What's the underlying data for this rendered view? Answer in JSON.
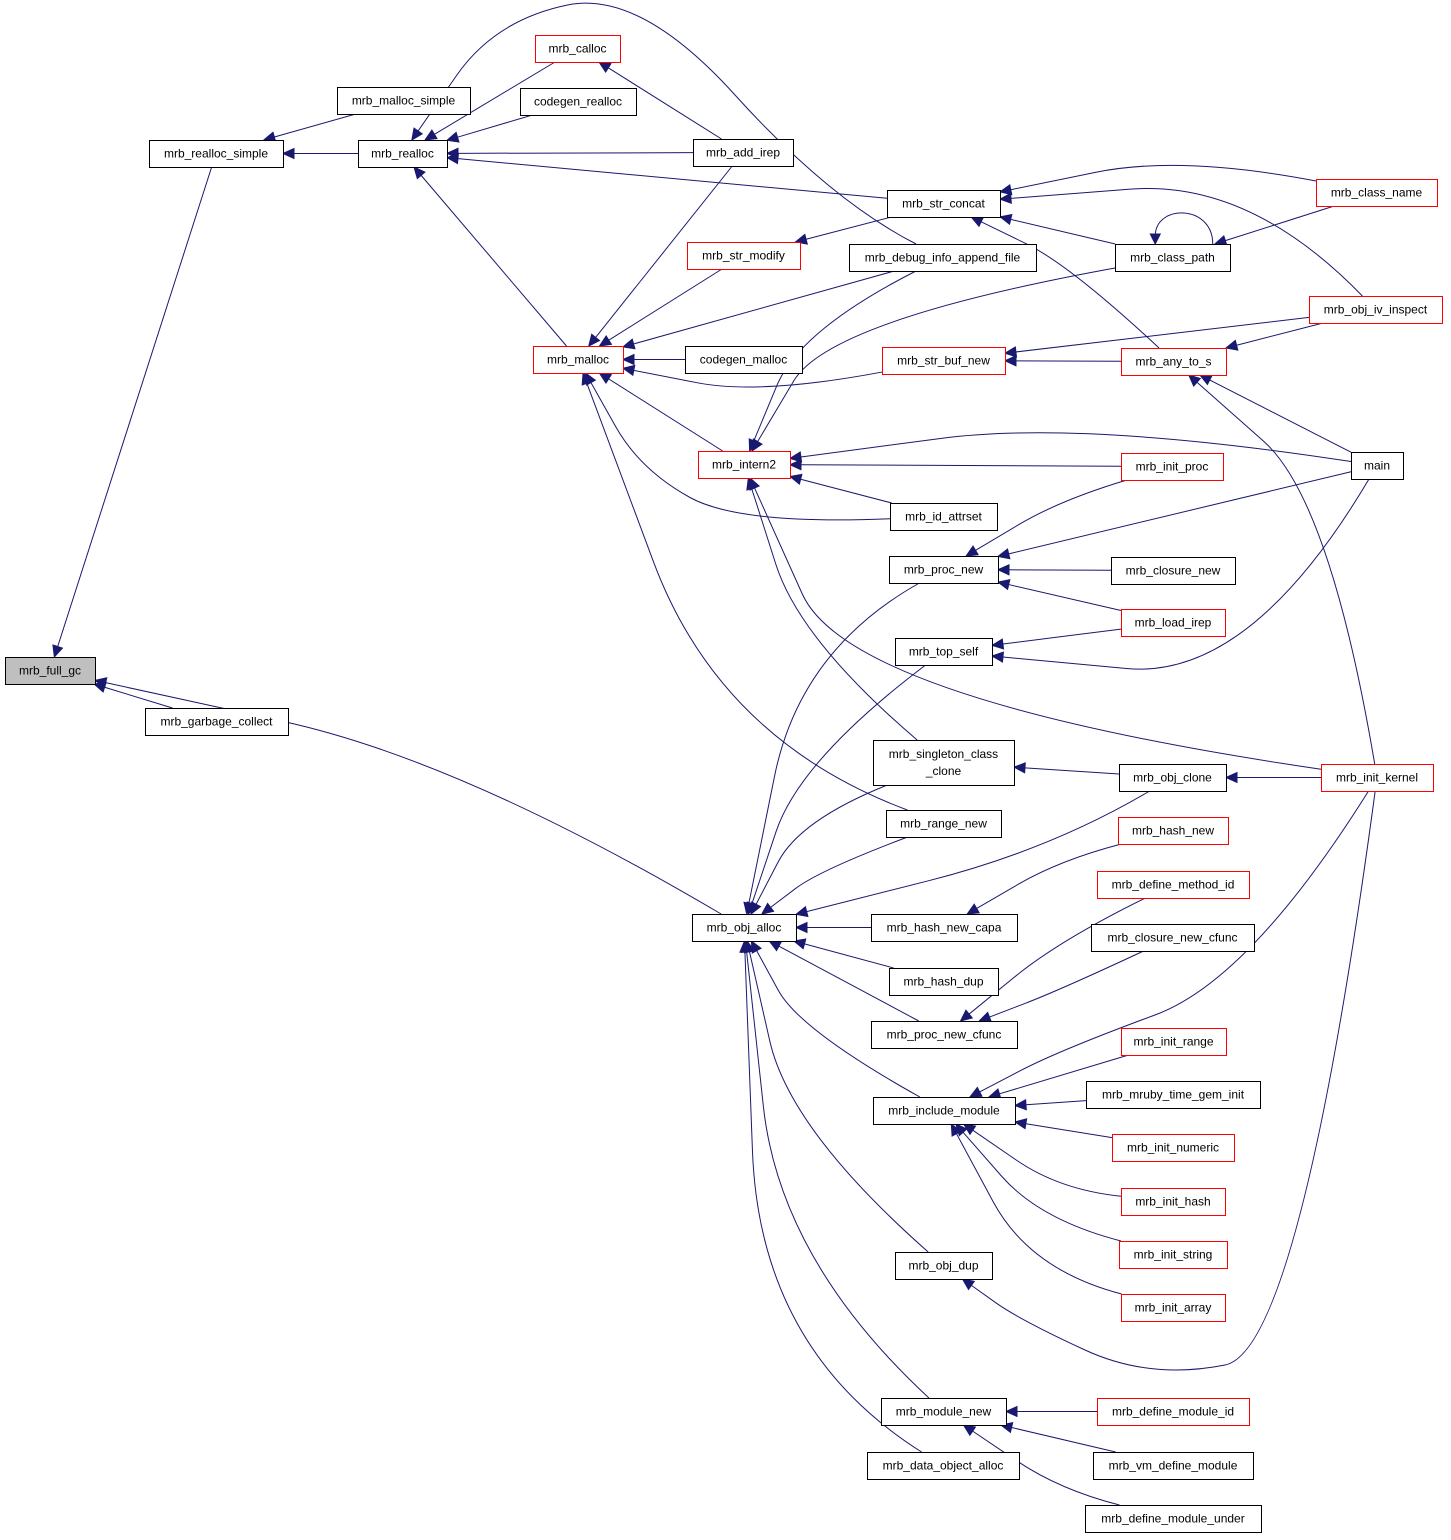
{
  "nodes": {
    "mrb_full_gc": {
      "label": "mrb_full_gc",
      "style": "focus"
    },
    "mrb_realloc_simple": {
      "label": "mrb_realloc_simple",
      "style": "black"
    },
    "mrb_garbage_collect": {
      "label": "mrb_garbage_collect",
      "style": "black"
    },
    "mrb_malloc_simple": {
      "label": "mrb_malloc_simple",
      "style": "black"
    },
    "mrb_realloc": {
      "label": "mrb_realloc",
      "style": "black"
    },
    "mrb_calloc": {
      "label": "mrb_calloc",
      "style": "red"
    },
    "codegen_realloc": {
      "label": "codegen_realloc",
      "style": "black"
    },
    "mrb_add_irep": {
      "label": "mrb_add_irep",
      "style": "black"
    },
    "mrb_str_concat": {
      "label": "mrb_str_concat",
      "style": "black"
    },
    "mrb_str_modify": {
      "label": "mrb_str_modify",
      "style": "red"
    },
    "mrb_debug_info_append_file": {
      "label": "mrb_debug_info_append_file",
      "style": "black"
    },
    "mrb_malloc": {
      "label": "mrb_malloc",
      "style": "red"
    },
    "codegen_malloc": {
      "label": "codegen_malloc",
      "style": "black"
    },
    "mrb_str_buf_new": {
      "label": "mrb_str_buf_new",
      "style": "red"
    },
    "mrb_intern2": {
      "label": "mrb_intern2",
      "style": "red"
    },
    "mrb_id_attrset": {
      "label": "mrb_id_attrset",
      "style": "black"
    },
    "mrb_proc_new": {
      "label": "mrb_proc_new",
      "style": "black"
    },
    "mrb_top_self": {
      "label": "mrb_top_self",
      "style": "black"
    },
    "mrb_singleton_class_clone": {
      "label": [
        "mrb_singleton_class",
        "_clone"
      ],
      "style": "black"
    },
    "mrb_range_new": {
      "label": "mrb_range_new",
      "style": "black"
    },
    "mrb_obj_alloc": {
      "label": "mrb_obj_alloc",
      "style": "black"
    },
    "mrb_hash_new_capa": {
      "label": "mrb_hash_new_capa",
      "style": "black"
    },
    "mrb_hash_dup": {
      "label": "mrb_hash_dup",
      "style": "black"
    },
    "mrb_proc_new_cfunc": {
      "label": "mrb_proc_new_cfunc",
      "style": "black"
    },
    "mrb_include_module": {
      "label": "mrb_include_module",
      "style": "black"
    },
    "mrb_obj_dup": {
      "label": "mrb_obj_dup",
      "style": "black"
    },
    "mrb_module_new": {
      "label": "mrb_module_new",
      "style": "black"
    },
    "mrb_data_object_alloc": {
      "label": "mrb_data_object_alloc",
      "style": "black"
    },
    "mrb_class_path": {
      "label": "mrb_class_path",
      "style": "black"
    },
    "mrb_any_to_s": {
      "label": "mrb_any_to_s",
      "style": "red"
    },
    "mrb_init_proc": {
      "label": "mrb_init_proc",
      "style": "red"
    },
    "mrb_closure_new": {
      "label": "mrb_closure_new",
      "style": "black"
    },
    "mrb_load_irep": {
      "label": "mrb_load_irep",
      "style": "red"
    },
    "mrb_obj_clone": {
      "label": "mrb_obj_clone",
      "style": "black"
    },
    "mrb_hash_new": {
      "label": "mrb_hash_new",
      "style": "red"
    },
    "mrb_define_method_id": {
      "label": "mrb_define_method_id",
      "style": "red"
    },
    "mrb_closure_new_cfunc": {
      "label": "mrb_closure_new_cfunc",
      "style": "black"
    },
    "mrb_init_range": {
      "label": "mrb_init_range",
      "style": "red"
    },
    "mrb_mruby_time_gem_init": {
      "label": "mrb_mruby_time_gem_init",
      "style": "black"
    },
    "mrb_init_numeric": {
      "label": "mrb_init_numeric",
      "style": "red"
    },
    "mrb_init_hash": {
      "label": "mrb_init_hash",
      "style": "red"
    },
    "mrb_init_string": {
      "label": "mrb_init_string",
      "style": "red"
    },
    "mrb_init_array": {
      "label": "mrb_init_array",
      "style": "red"
    },
    "mrb_define_module_id": {
      "label": "mrb_define_module_id",
      "style": "red"
    },
    "mrb_vm_define_module": {
      "label": "mrb_vm_define_module",
      "style": "black"
    },
    "mrb_define_module_under": {
      "label": "mrb_define_module_under",
      "style": "black"
    },
    "mrb_class_name": {
      "label": "mrb_class_name",
      "style": "red"
    },
    "mrb_obj_iv_inspect": {
      "label": "mrb_obj_iv_inspect",
      "style": "red"
    },
    "main": {
      "label": "main",
      "style": "black"
    },
    "mrb_init_kernel": {
      "label": "mrb_init_kernel",
      "style": "red"
    }
  },
  "edges": [
    {
      "from": "mrb_realloc_simple",
      "to": "mrb_full_gc"
    },
    {
      "from": "mrb_garbage_collect",
      "to": "mrb_full_gc"
    },
    {
      "from": "mrb_obj_alloc",
      "to": "mrb_full_gc"
    },
    {
      "from": "mrb_malloc_simple",
      "to": "mrb_realloc_simple"
    },
    {
      "from": "mrb_realloc",
      "to": "mrb_realloc_simple"
    },
    {
      "from": "mrb_calloc",
      "to": "mrb_realloc"
    },
    {
      "from": "codegen_realloc",
      "to": "mrb_realloc"
    },
    {
      "from": "mrb_add_irep",
      "to": "mrb_realloc"
    },
    {
      "from": "mrb_str_concat",
      "to": "mrb_realloc"
    },
    {
      "from": "mrb_debug_info_append_file",
      "to": "mrb_realloc"
    },
    {
      "from": "mrb_malloc",
      "to": "mrb_realloc"
    },
    {
      "from": "mrb_add_irep",
      "to": "mrb_calloc"
    },
    {
      "from": "mrb_add_irep",
      "to": "mrb_malloc"
    },
    {
      "from": "mrb_str_modify",
      "to": "mrb_malloc"
    },
    {
      "from": "mrb_debug_info_append_file",
      "to": "mrb_malloc"
    },
    {
      "from": "codegen_malloc",
      "to": "mrb_malloc"
    },
    {
      "from": "mrb_str_buf_new",
      "to": "mrb_malloc"
    },
    {
      "from": "mrb_intern2",
      "to": "mrb_malloc"
    },
    {
      "from": "mrb_id_attrset",
      "to": "mrb_malloc"
    },
    {
      "from": "mrb_range_new",
      "to": "mrb_malloc"
    },
    {
      "from": "mrb_str_concat",
      "to": "mrb_str_modify"
    },
    {
      "from": "mrb_class_path",
      "to": "mrb_str_concat"
    },
    {
      "from": "mrb_any_to_s",
      "to": "mrb_str_concat"
    },
    {
      "from": "mrb_class_name",
      "to": "mrb_str_concat"
    },
    {
      "from": "mrb_obj_iv_inspect",
      "to": "mrb_str_concat"
    },
    {
      "from": "mrb_class_path",
      "to": "mrb_class_path"
    },
    {
      "from": "mrb_class_name",
      "to": "mrb_class_path"
    },
    {
      "from": "mrb_any_to_s",
      "to": "mrb_str_buf_new"
    },
    {
      "from": "mrb_obj_iv_inspect",
      "to": "mrb_str_buf_new"
    },
    {
      "from": "mrb_obj_iv_inspect",
      "to": "mrb_any_to_s"
    },
    {
      "from": "main",
      "to": "mrb_any_to_s"
    },
    {
      "from": "mrb_init_kernel",
      "to": "mrb_any_to_s"
    },
    {
      "from": "mrb_debug_info_append_file",
      "to": "mrb_intern2"
    },
    {
      "from": "mrb_class_path",
      "to": "mrb_intern2"
    },
    {
      "from": "main",
      "to": "mrb_intern2"
    },
    {
      "from": "mrb_init_proc",
      "to": "mrb_intern2"
    },
    {
      "from": "mrb_id_attrset",
      "to": "mrb_intern2"
    },
    {
      "from": "mrb_singleton_class_clone",
      "to": "mrb_intern2"
    },
    {
      "from": "mrb_init_kernel",
      "to": "mrb_intern2"
    },
    {
      "from": "mrb_init_proc",
      "to": "mrb_proc_new"
    },
    {
      "from": "main",
      "to": "mrb_proc_new"
    },
    {
      "from": "mrb_closure_new",
      "to": "mrb_proc_new"
    },
    {
      "from": "mrb_load_irep",
      "to": "mrb_proc_new"
    },
    {
      "from": "mrb_load_irep",
      "to": "mrb_top_self"
    },
    {
      "from": "main",
      "to": "mrb_top_self"
    },
    {
      "from": "mrb_obj_clone",
      "to": "mrb_singleton_class_clone"
    },
    {
      "from": "mrb_init_kernel",
      "to": "mrb_obj_clone"
    },
    {
      "from": "mrb_proc_new",
      "to": "mrb_obj_alloc"
    },
    {
      "from": "mrb_top_self",
      "to": "mrb_obj_alloc"
    },
    {
      "from": "mrb_singleton_class_clone",
      "to": "mrb_obj_alloc"
    },
    {
      "from": "mrb_range_new",
      "to": "mrb_obj_alloc"
    },
    {
      "from": "mrb_obj_clone",
      "to": "mrb_obj_alloc"
    },
    {
      "from": "mrb_hash_new_capa",
      "to": "mrb_obj_alloc"
    },
    {
      "from": "mrb_hash_dup",
      "to": "mrb_obj_alloc"
    },
    {
      "from": "mrb_proc_new_cfunc",
      "to": "mrb_obj_alloc"
    },
    {
      "from": "mrb_include_module",
      "to": "mrb_obj_alloc"
    },
    {
      "from": "mrb_obj_dup",
      "to": "mrb_obj_alloc"
    },
    {
      "from": "mrb_module_new",
      "to": "mrb_obj_alloc"
    },
    {
      "from": "mrb_data_object_alloc",
      "to": "mrb_obj_alloc"
    },
    {
      "from": "mrb_hash_new",
      "to": "mrb_hash_new_capa"
    },
    {
      "from": "mrb_define_method_id",
      "to": "mrb_proc_new_cfunc"
    },
    {
      "from": "mrb_closure_new_cfunc",
      "to": "mrb_proc_new_cfunc"
    },
    {
      "from": "mrb_init_kernel",
      "to": "mrb_include_module"
    },
    {
      "from": "mrb_init_range",
      "to": "mrb_include_module"
    },
    {
      "from": "mrb_mruby_time_gem_init",
      "to": "mrb_include_module"
    },
    {
      "from": "mrb_init_numeric",
      "to": "mrb_include_module"
    },
    {
      "from": "mrb_init_hash",
      "to": "mrb_include_module"
    },
    {
      "from": "mrb_init_string",
      "to": "mrb_include_module"
    },
    {
      "from": "mrb_init_array",
      "to": "mrb_include_module"
    },
    {
      "from": "mrb_init_kernel",
      "to": "mrb_obj_dup"
    },
    {
      "from": "mrb_define_module_id",
      "to": "mrb_module_new"
    },
    {
      "from": "mrb_vm_define_module",
      "to": "mrb_module_new"
    },
    {
      "from": "mrb_define_module_under",
      "to": "mrb_module_new"
    }
  ]
}
